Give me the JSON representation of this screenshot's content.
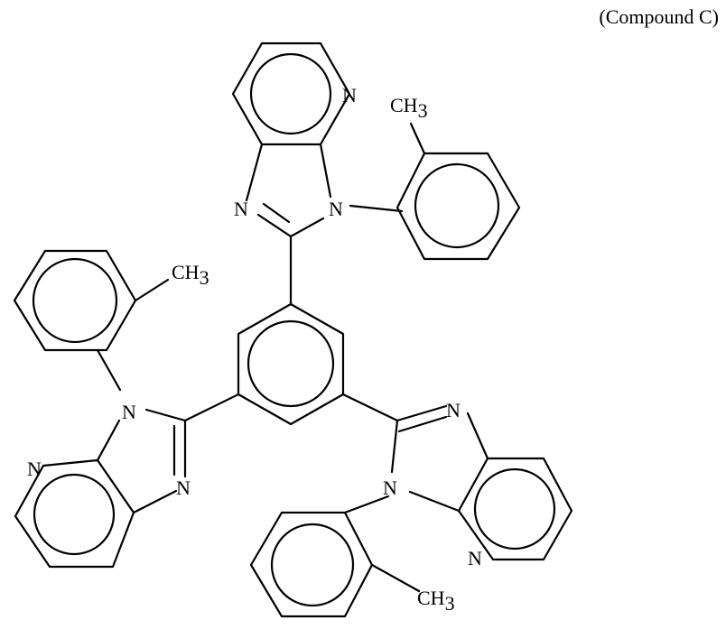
{
  "caption": "(Compound C)",
  "atoms": {
    "top": {
      "N_pyridine": "N",
      "N_imine": "N",
      "N_amine": "N",
      "methyl_main": "CH",
      "methyl_sub": "3"
    },
    "left": {
      "N_pyridine": "N",
      "N_imine": "N",
      "N_amine": "N",
      "methyl_main": "CH",
      "methyl_sub": "3"
    },
    "right": {
      "N_pyridine": "N",
      "N_imine": "N",
      "N_amine": "N",
      "methyl_main": "CH",
      "methyl_sub": "3"
    }
  }
}
